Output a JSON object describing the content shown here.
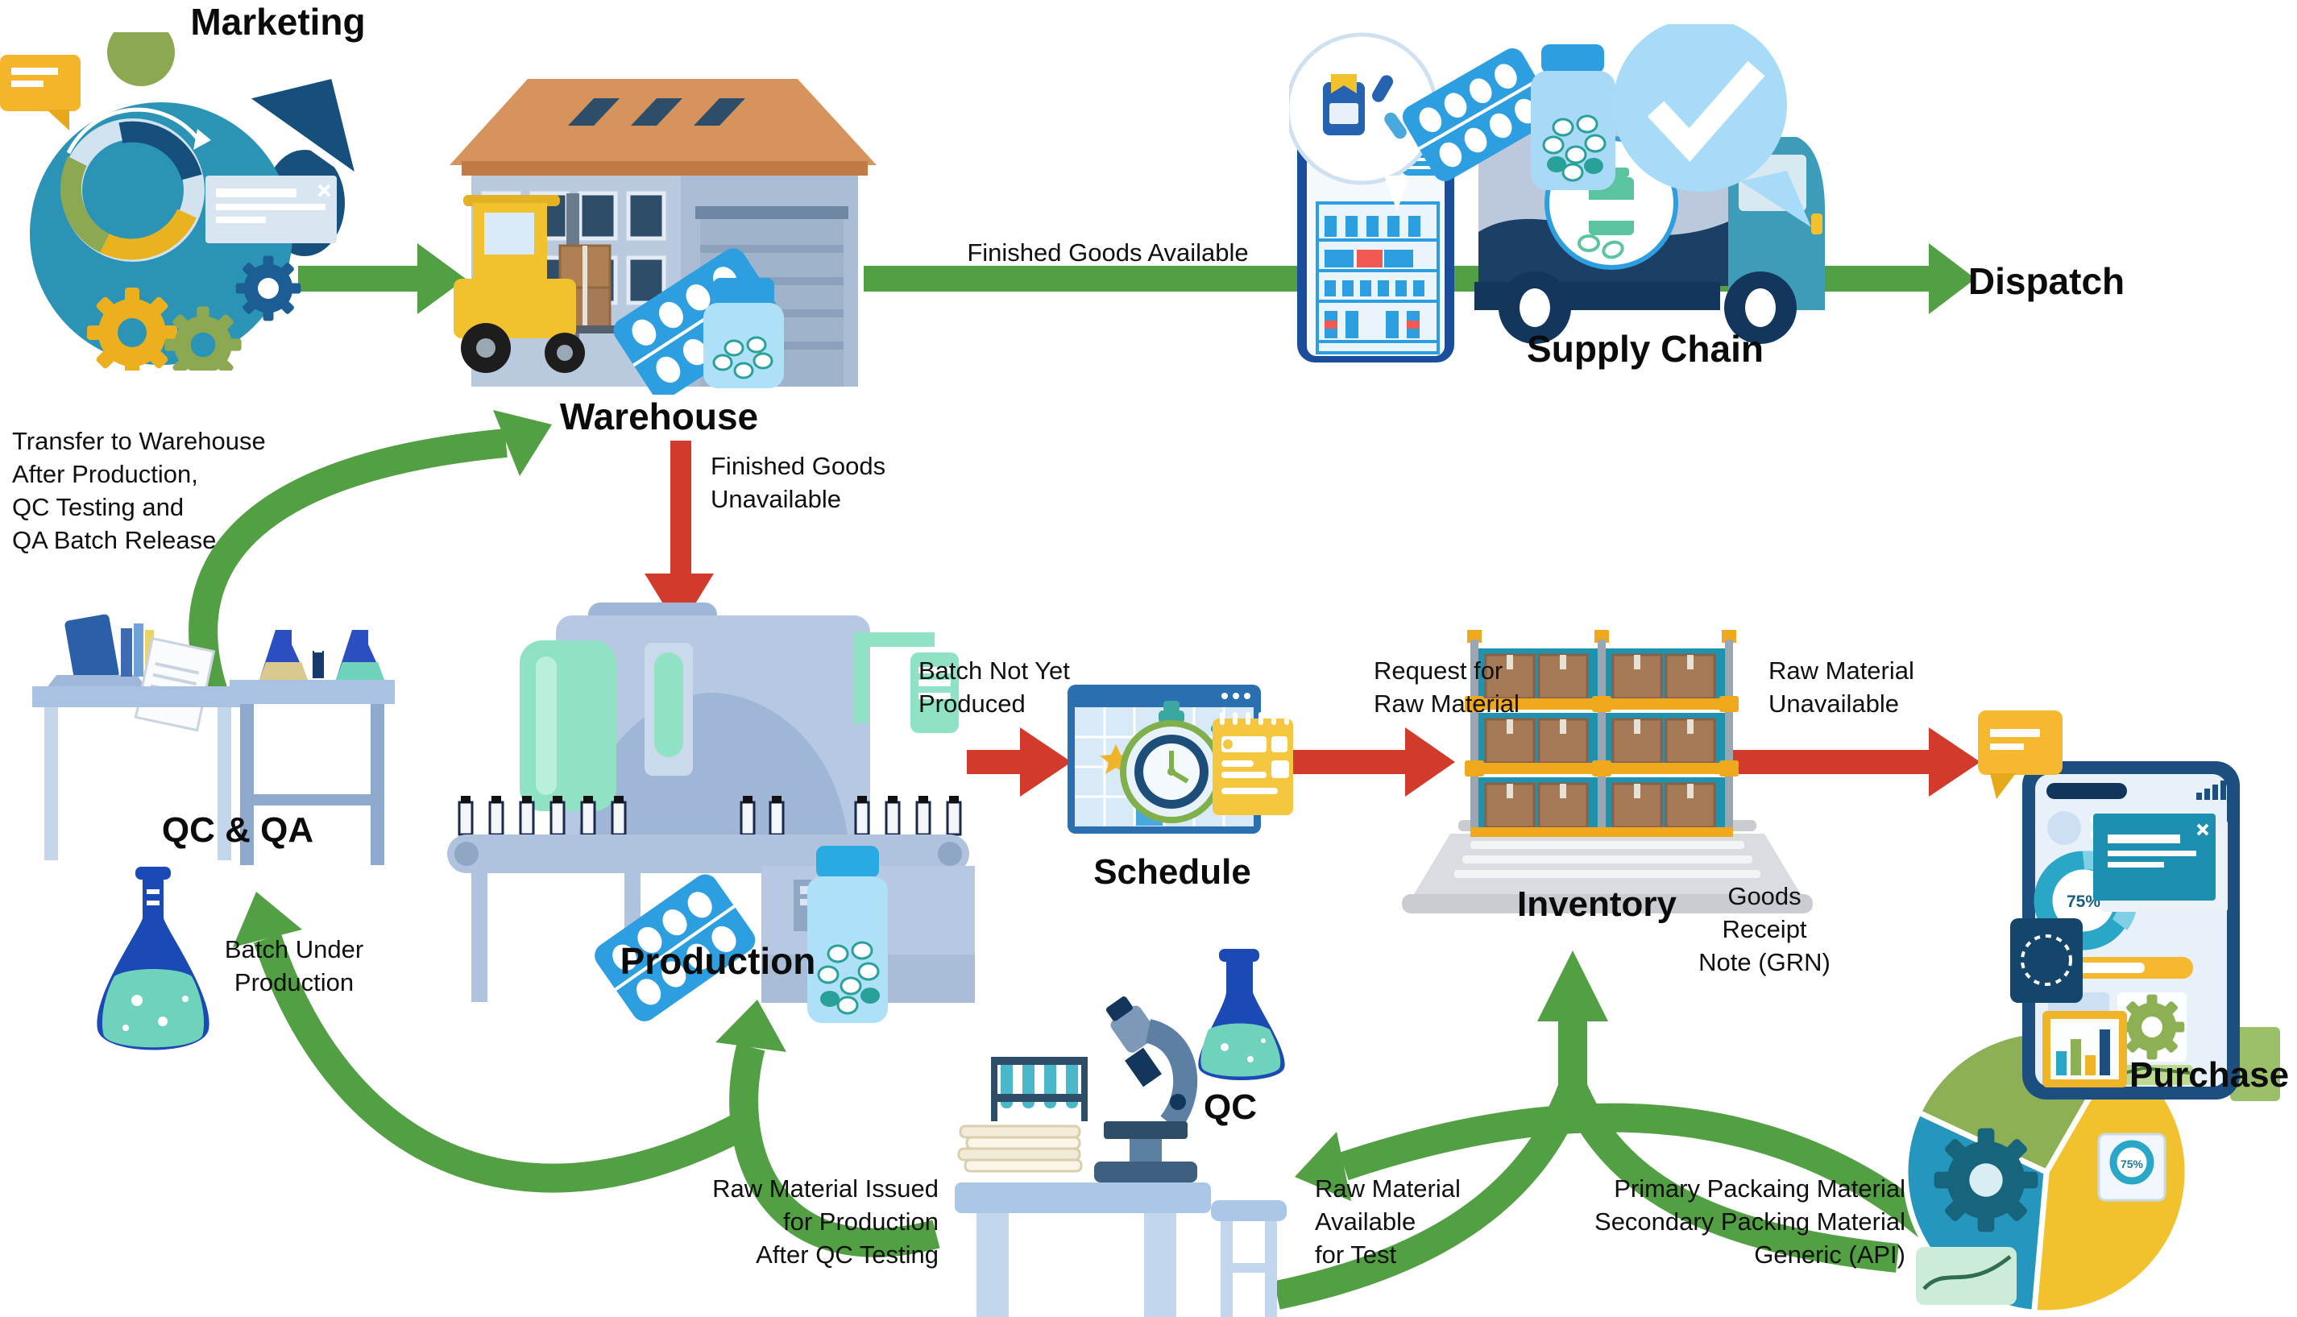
{
  "nodes": {
    "marketing": "Marketing",
    "warehouse": "Warehouse",
    "supply_chain": "Supply Chain",
    "dispatch": "Dispatch",
    "qc_qa": "QC & QA",
    "production": "Production",
    "schedule": "Schedule",
    "inventory": "Inventory",
    "qc": "QC",
    "purchase": "Purchase"
  },
  "edge_labels": {
    "finished_goods_available": "Finished Goods Available",
    "transfer_to_warehouse": [
      "Transfer to Warehouse",
      "After Production,",
      "QC Testing and",
      "QA Batch Release"
    ],
    "finished_goods_unavailable": [
      "Finished Goods",
      "Unavailable"
    ],
    "batch_not_yet_produced": [
      "Batch Not Yet",
      "Produced"
    ],
    "request_for_raw_material": [
      "Request for",
      "Raw Material"
    ],
    "raw_material_unavailable": [
      "Raw Material",
      "Unavailable"
    ],
    "goods_receipt_note": [
      "Goods",
      "Receipt",
      "Note (GRN)"
    ],
    "batch_under_production": [
      "Batch Under",
      "Production"
    ],
    "raw_material_issued": [
      "Raw Material Issued",
      "for Production",
      "After QC Testing"
    ],
    "raw_material_available": [
      "Raw Material",
      "Available",
      "for Test"
    ],
    "purchase_materials": [
      "Primary Packaing Material",
      "Secondary Packing Material",
      "Generic (API)"
    ]
  },
  "stats": {
    "purchase_app_progress": "75%",
    "purchase_pie_badge": "75%"
  },
  "colors": {
    "flow_positive": "#52A043",
    "flow_blocked": "#D23B2C",
    "teal": "#2B93B6",
    "navy": "#1C4E80",
    "yellow": "#F2B62C",
    "mint": "#8FE3C4",
    "roof_orange": "#D6945C"
  }
}
